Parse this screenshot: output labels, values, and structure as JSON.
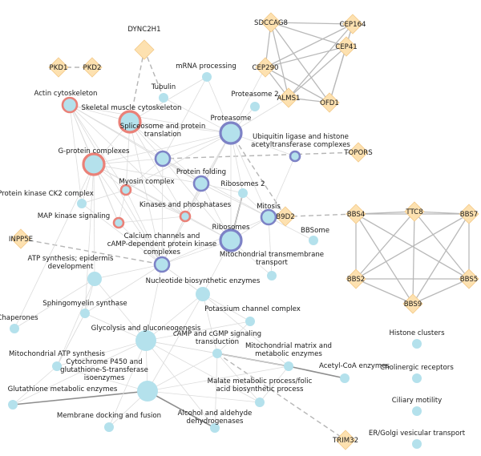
{
  "colors": {
    "module_fill": "#b4e1ec",
    "gene_fill": "#fde1b0",
    "gene_stroke": "#f3c987",
    "ring_red": "#ea8178",
    "ring_blue": "#7d82c6",
    "edge_light": "#dcdcdc",
    "edge_medium": "#b9b9b9",
    "edge_dark": "#8e8e8e",
    "edge_dashed": "#b5b5b5"
  },
  "nodes": [
    {
      "id": "pkd1",
      "label": "PKD1",
      "kind": "gene"
    },
    {
      "id": "pkd2",
      "label": "PKD2",
      "kind": "gene"
    },
    {
      "id": "dync2h1",
      "label": "DYNC2H1",
      "kind": "gene"
    },
    {
      "id": "sdccag8",
      "label": "SDCCAG8",
      "kind": "gene"
    },
    {
      "id": "cep164",
      "label": "CEP164",
      "kind": "gene"
    },
    {
      "id": "cep41",
      "label": "CEP41",
      "kind": "gene"
    },
    {
      "id": "cep290",
      "label": "CEP290",
      "kind": "gene"
    },
    {
      "id": "alms1",
      "label": "ALMS1",
      "kind": "gene"
    },
    {
      "id": "ofd1",
      "label": "OFD1",
      "kind": "gene"
    },
    {
      "id": "topors",
      "label": "TOPORS",
      "kind": "gene"
    },
    {
      "id": "b9d2",
      "label": "B9D2",
      "kind": "gene"
    },
    {
      "id": "inpp5e",
      "label": "INPP5E",
      "kind": "gene"
    },
    {
      "id": "ttc8",
      "label": "TTC8",
      "kind": "gene"
    },
    {
      "id": "bbs4",
      "label": "BBS4",
      "kind": "gene"
    },
    {
      "id": "bbs7",
      "label": "BBS7",
      "kind": "gene"
    },
    {
      "id": "bbs2",
      "label": "BBS2",
      "kind": "gene"
    },
    {
      "id": "bbs5",
      "label": "BBS5",
      "kind": "gene"
    },
    {
      "id": "bbs9",
      "label": "BBS9",
      "kind": "gene"
    },
    {
      "id": "trim32",
      "label": "TRIM32",
      "kind": "gene"
    },
    {
      "id": "mrna",
      "label": "mRNA processing",
      "kind": "module",
      "ring": "none",
      "size": "small"
    },
    {
      "id": "tubulin",
      "label": "Tubulin",
      "kind": "module",
      "ring": "none",
      "size": "small"
    },
    {
      "id": "proteasome2",
      "label": "Proteasome 2",
      "kind": "module",
      "ring": "none",
      "size": "small"
    },
    {
      "id": "actin",
      "label": "Actin cytoskeleton",
      "kind": "module",
      "ring": "red",
      "size": "medium"
    },
    {
      "id": "skeletal",
      "label": "Skeletal muscle cytoskeleton",
      "kind": "module",
      "ring": "red",
      "size": "large"
    },
    {
      "id": "proteasome",
      "label": "Proteasome",
      "kind": "module",
      "ring": "blue",
      "size": "large"
    },
    {
      "id": "spliceosome",
      "label": "Spliceosome and protein translation",
      "kind": "module",
      "ring": "blue",
      "size": "medium"
    },
    {
      "id": "ubiquitin",
      "label": "Ubiquitin ligase and histone acetyltransferase complexes",
      "kind": "module",
      "ring": "blue",
      "size": "small"
    },
    {
      "id": "gprotein",
      "label": "G-protein complexes",
      "kind": "module",
      "ring": "red",
      "size": "large"
    },
    {
      "id": "myosin",
      "label": "Myosin complex",
      "kind": "module",
      "ring": "red",
      "size": "small"
    },
    {
      "id": "folding",
      "label": "Protein folding",
      "kind": "module",
      "ring": "blue",
      "size": "medium"
    },
    {
      "id": "pkck2",
      "label": "Protein kinase CK2 complex",
      "kind": "module",
      "ring": "none",
      "size": "small"
    },
    {
      "id": "ribosomes2",
      "label": "Ribosomes 2",
      "kind": "module",
      "ring": "none",
      "size": "small"
    },
    {
      "id": "mapk",
      "label": "MAP kinase signaling",
      "kind": "module",
      "ring": "red",
      "size": "small"
    },
    {
      "id": "kinases",
      "label": "Kinases and phosphatases",
      "kind": "module",
      "ring": "red",
      "size": "small"
    },
    {
      "id": "mitosis",
      "label": "Mitosis",
      "kind": "module",
      "ring": "blue",
      "size": "medium"
    },
    {
      "id": "ribosomes",
      "label": "Ribosomes",
      "kind": "module",
      "ring": "blue",
      "size": "large"
    },
    {
      "id": "bbsome",
      "label": "BBSome",
      "kind": "module",
      "ring": "none",
      "size": "small"
    },
    {
      "id": "calcium",
      "label": "Calcium channels and cAMP-dependent protein kinase complexes",
      "kind": "module",
      "ring": "blue",
      "size": "medium"
    },
    {
      "id": "atpsyn",
      "label": "ATP synthesis; epidermis development",
      "kind": "module",
      "ring": "none",
      "size": "medium"
    },
    {
      "id": "mitotrans",
      "label": "Mitochondrial transmembrane transport",
      "kind": "module",
      "ring": "none",
      "size": "small"
    },
    {
      "id": "nucleotide",
      "label": "Nucleotide biosynthetic enzymes",
      "kind": "module",
      "ring": "none",
      "size": "medium"
    },
    {
      "id": "sphingo",
      "label": "Sphingomyelin synthase",
      "kind": "module",
      "ring": "none",
      "size": "small"
    },
    {
      "id": "potassium",
      "label": "Potassium channel complex",
      "kind": "module",
      "ring": "none",
      "size": "small"
    },
    {
      "id": "chaperones",
      "label": "Chaperones",
      "kind": "module",
      "ring": "none",
      "size": "small"
    },
    {
      "id": "glycolysis",
      "label": "Glycolysis and gluconeogenesis",
      "kind": "module",
      "ring": "none",
      "size": "large"
    },
    {
      "id": "camp",
      "label": "cAMP and cGMP signaling transduction",
      "kind": "module",
      "ring": "none",
      "size": "small"
    },
    {
      "id": "histone",
      "label": "Histone clusters",
      "kind": "module",
      "ring": "none",
      "size": "small"
    },
    {
      "id": "mitoatp",
      "label": "Mitochondrial ATP synthesis",
      "kind": "module",
      "ring": "none",
      "size": "small"
    },
    {
      "id": "mitomatrix",
      "label": "Mitochondrial matrix and metabolic enzymes",
      "kind": "module",
      "ring": "none",
      "size": "small"
    },
    {
      "id": "cytochrome",
      "label": "Cytochrome P450 and glutathione-S-transferase isoenzymes",
      "kind": "module",
      "ring": "none",
      "size": "large"
    },
    {
      "id": "acetyl",
      "label": "Acetyl-CoA enzymes",
      "kind": "module",
      "ring": "none",
      "size": "small"
    },
    {
      "id": "cholinergic",
      "label": "Cholinergic receptors",
      "kind": "module",
      "ring": "none",
      "size": "small"
    },
    {
      "id": "glutathione",
      "label": "Glutathione metabolic enzymes",
      "kind": "module",
      "ring": "none",
      "size": "small"
    },
    {
      "id": "malate",
      "label": "Malate metabolic process/folic acid biosynthetic process",
      "kind": "module",
      "ring": "none",
      "size": "small"
    },
    {
      "id": "ciliary",
      "label": "Ciliary motility",
      "kind": "module",
      "ring": "none",
      "size": "small"
    },
    {
      "id": "membrane",
      "label": "Membrane docking and fusion",
      "kind": "module",
      "ring": "none",
      "size": "small"
    },
    {
      "id": "alcohol",
      "label": "Alcohol and aldehyde dehydrogenases",
      "kind": "module",
      "ring": "none",
      "size": "small"
    },
    {
      "id": "ergolgi",
      "label": "ER/Golgi vesicular transport",
      "kind": "module",
      "ring": "none",
      "size": "small"
    }
  ],
  "edges": [
    [
      "pkd1",
      "pkd2",
      "dashed"
    ],
    [
      "dync2h1",
      "tubulin",
      "dashed"
    ],
    [
      "dync2h1",
      "skeletal",
      "dashed"
    ],
    [
      "b9d2",
      "proteasome",
      "dashed"
    ],
    [
      "topors",
      "spliceosome",
      "dashed"
    ],
    [
      "inpp5e",
      "calcium",
      "dashed"
    ],
    [
      "mitosis",
      "bbs4",
      "dashed"
    ],
    [
      "camp",
      "trim32",
      "dashed"
    ],
    [
      "sdccag8",
      "cep164",
      "medium"
    ],
    [
      "sdccag8",
      "cep41",
      "medium"
    ],
    [
      "sdccag8",
      "cep290",
      "medium"
    ],
    [
      "sdccag8",
      "alms1",
      "medium"
    ],
    [
      "sdccag8",
      "ofd1",
      "medium"
    ],
    [
      "cep164",
      "cep41",
      "medium"
    ],
    [
      "cep164",
      "cep290",
      "medium"
    ],
    [
      "cep164",
      "alms1",
      "medium"
    ],
    [
      "cep164",
      "ofd1",
      "medium"
    ],
    [
      "cep41",
      "cep290",
      "medium"
    ],
    [
      "cep41",
      "alms1",
      "medium"
    ],
    [
      "cep41",
      "ofd1",
      "medium"
    ],
    [
      "cep290",
      "alms1",
      "medium"
    ],
    [
      "cep290",
      "ofd1",
      "medium"
    ],
    [
      "alms1",
      "ofd1",
      "medium"
    ],
    [
      "cep290",
      "proteasome",
      "light"
    ],
    [
      "alms1",
      "proteasome",
      "light"
    ],
    [
      "ttc8",
      "bbs4",
      "medium"
    ],
    [
      "ttc8",
      "bbs7",
      "medium"
    ],
    [
      "ttc8",
      "bbs2",
      "medium"
    ],
    [
      "ttc8",
      "bbs5",
      "medium"
    ],
    [
      "ttc8",
      "bbs9",
      "medium"
    ],
    [
      "bbs4",
      "bbs7",
      "medium"
    ],
    [
      "bbs4",
      "bbs2",
      "medium"
    ],
    [
      "bbs4",
      "bbs5",
      "medium"
    ],
    [
      "bbs4",
      "bbs9",
      "medium"
    ],
    [
      "bbs7",
      "bbs2",
      "medium"
    ],
    [
      "bbs7",
      "bbs5",
      "medium"
    ],
    [
      "bbs7",
      "bbs9",
      "medium"
    ],
    [
      "bbs2",
      "bbs5",
      "medium"
    ],
    [
      "bbs2",
      "bbs9",
      "medium"
    ],
    [
      "bbs5",
      "bbs9",
      "medium"
    ],
    [
      "ribosomes",
      "ribosomes2",
      "dark"
    ],
    [
      "glutathione",
      "cytochrome",
      "dark"
    ],
    [
      "cytochrome",
      "alcohol",
      "dark"
    ],
    [
      "mitomatrix",
      "acetyl",
      "dark"
    ],
    [
      "mitomatrix",
      "camp",
      "dark"
    ],
    [
      "actin",
      "skeletal",
      "light"
    ],
    [
      "actin",
      "gprotein",
      "light"
    ],
    [
      "actin",
      "spliceosome",
      "light"
    ],
    [
      "actin",
      "myosin",
      "light"
    ],
    [
      "actin",
      "pkck2",
      "light"
    ],
    [
      "actin",
      "mapk",
      "light"
    ],
    [
      "actin",
      "calcium",
      "light"
    ],
    [
      "actin",
      "proteasome",
      "light"
    ],
    [
      "actin",
      "folding",
      "light"
    ],
    [
      "actin",
      "kinases",
      "light"
    ],
    [
      "skeletal",
      "gprotein",
      "light"
    ],
    [
      "skeletal",
      "proteasome",
      "light"
    ],
    [
      "skeletal",
      "spliceosome",
      "light"
    ],
    [
      "skeletal",
      "myosin",
      "light"
    ],
    [
      "skeletal",
      "mrna",
      "light"
    ],
    [
      "skeletal",
      "folding",
      "light"
    ],
    [
      "skeletal",
      "calcium",
      "light"
    ],
    [
      "skeletal",
      "kinases",
      "light"
    ],
    [
      "proteasome",
      "spliceosome",
      "light"
    ],
    [
      "proteasome",
      "folding",
      "light"
    ],
    [
      "proteasome",
      "ubiquitin",
      "light"
    ],
    [
      "proteasome",
      "gprotein",
      "light"
    ],
    [
      "proteasome",
      "ribosomes",
      "light"
    ],
    [
      "proteasome",
      "proteasome2",
      "light"
    ],
    [
      "proteasome",
      "mrna",
      "light"
    ],
    [
      "proteasome",
      "myosin",
      "light"
    ],
    [
      "proteasome",
      "calcium",
      "light"
    ],
    [
      "proteasome",
      "mitosis",
      "light"
    ],
    [
      "proteasome",
      "kinases",
      "light"
    ],
    [
      "proteasome",
      "tubulin",
      "light"
    ],
    [
      "proteasome",
      "ribosomes2",
      "light"
    ],
    [
      "spliceosome",
      "gprotein",
      "light"
    ],
    [
      "spliceosome",
      "folding",
      "light"
    ],
    [
      "spliceosome",
      "ribosomes",
      "light"
    ],
    [
      "spliceosome",
      "mrna",
      "light"
    ],
    [
      "spliceosome",
      "mitosis",
      "light"
    ],
    [
      "spliceosome",
      "calcium",
      "light"
    ],
    [
      "spliceosome",
      "myosin",
      "light"
    ],
    [
      "gprotein",
      "myosin",
      "light"
    ],
    [
      "gprotein",
      "pkck2",
      "light"
    ],
    [
      "gprotein",
      "mapk",
      "light"
    ],
    [
      "gprotein",
      "calcium",
      "light"
    ],
    [
      "gprotein",
      "folding",
      "light"
    ],
    [
      "gprotein",
      "kinases",
      "light"
    ],
    [
      "gprotein",
      "atpsyn",
      "light"
    ],
    [
      "gprotein",
      "ribosomes",
      "light"
    ],
    [
      "gprotein",
      "chaperones",
      "light"
    ],
    [
      "gprotein",
      "sphingo",
      "light"
    ],
    [
      "folding",
      "ribosomes",
      "light"
    ],
    [
      "folding",
      "mitosis",
      "light"
    ],
    [
      "folding",
      "calcium",
      "light"
    ],
    [
      "folding",
      "kinases",
      "light"
    ],
    [
      "folding",
      "ribosomes2",
      "light"
    ],
    [
      "myosin",
      "mapk",
      "light"
    ],
    [
      "myosin",
      "calcium",
      "light"
    ],
    [
      "myosin",
      "kinases",
      "light"
    ],
    [
      "ribosomes",
      "mitosis",
      "light"
    ],
    [
      "ribosomes",
      "calcium",
      "light"
    ],
    [
      "ribosomes",
      "mitotrans",
      "light"
    ],
    [
      "ribosomes",
      "nucleotide",
      "light"
    ],
    [
      "ribosomes",
      "kinases",
      "light"
    ],
    [
      "ribosomes",
      "ribosomes2",
      "light"
    ],
    [
      "mitosis",
      "ribosomes2",
      "light"
    ],
    [
      "mitosis",
      "calcium",
      "light"
    ],
    [
      "mitosis",
      "ubiquitin",
      "light"
    ],
    [
      "mitosis",
      "bbsome",
      "light"
    ],
    [
      "calcium",
      "atpsyn",
      "light"
    ],
    [
      "calcium",
      "nucleotide",
      "light"
    ],
    [
      "calcium",
      "kinases",
      "light"
    ],
    [
      "calcium",
      "glycolysis",
      "light"
    ],
    [
      "calcium",
      "mapk",
      "light"
    ],
    [
      "calcium",
      "sphingo",
      "light"
    ],
    [
      "atpsyn",
      "sphingo",
      "light"
    ],
    [
      "atpsyn",
      "glycolysis",
      "light"
    ],
    [
      "atpsyn",
      "chaperones",
      "light"
    ],
    [
      "atpsyn",
      "mitoatp",
      "light"
    ],
    [
      "nucleotide",
      "glycolysis",
      "light"
    ],
    [
      "nucleotide",
      "potassium",
      "light"
    ],
    [
      "nucleotide",
      "camp",
      "light"
    ],
    [
      "nucleotide",
      "mitomatrix",
      "light"
    ],
    [
      "nucleotide",
      "cytochrome",
      "light"
    ],
    [
      "glycolysis",
      "mitoatp",
      "light"
    ],
    [
      "glycolysis",
      "cytochrome",
      "light"
    ],
    [
      "glycolysis",
      "camp",
      "light"
    ],
    [
      "glycolysis",
      "glutathione",
      "light"
    ],
    [
      "glycolysis",
      "membrane",
      "light"
    ],
    [
      "glycolysis",
      "malate",
      "light"
    ],
    [
      "glycolysis",
      "alcohol",
      "light"
    ],
    [
      "glycolysis",
      "sphingo",
      "light"
    ],
    [
      "glycolysis",
      "mitomatrix",
      "light"
    ],
    [
      "glycolysis",
      "potassium",
      "light"
    ],
    [
      "cytochrome",
      "malate",
      "light"
    ],
    [
      "cytochrome",
      "membrane",
      "light"
    ],
    [
      "cytochrome",
      "mitoatp",
      "light"
    ],
    [
      "cytochrome",
      "camp",
      "light"
    ],
    [
      "cytochrome",
      "mitomatrix",
      "light"
    ],
    [
      "camp",
      "potassium",
      "light"
    ],
    [
      "camp",
      "malate",
      "light"
    ],
    [
      "camp",
      "alcohol",
      "light"
    ],
    [
      "mitoatp",
      "glutathione",
      "light"
    ],
    [
      "mitoatp",
      "sphingo",
      "light"
    ],
    [
      "mitomatrix",
      "malate",
      "light"
    ],
    [
      "sphingo",
      "mitoatp",
      "light"
    ],
    [
      "kinases",
      "mapk",
      "light"
    ],
    [
      "pkck2",
      "myosin",
      "light"
    ],
    [
      "pkck2",
      "calcium",
      "light"
    ],
    [
      "mitotrans",
      "mitosis",
      "light"
    ]
  ]
}
